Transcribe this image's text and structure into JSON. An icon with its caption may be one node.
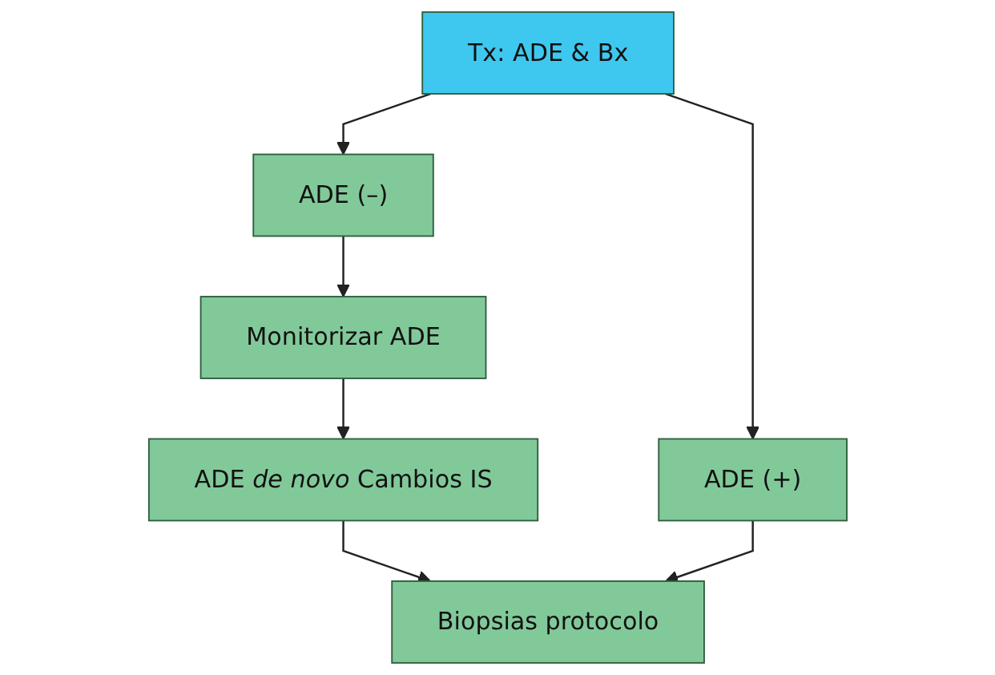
{
  "diagram": {
    "nodes": [
      {
        "text": [
          "Tx: ADE & Bx"
        ]
      },
      {
        "text": [
          "ADE (–)"
        ]
      },
      {
        "text": [
          "ADE (+)"
        ]
      },
      {
        "text": [
          "Monitorizar ADE"
        ]
      },
      {
        "text": [
          "ADE *de novo* Cambios IS"
        ]
      },
      {
        "text": [
          "Biopsias protocolo"
        ]
      }
    ],
    "edges": [
      {
        "from": 0,
        "to": 1,
        "arrow": "to"
      },
      {
        "from": 0,
        "to": 2,
        "arrow": "to"
      },
      {
        "from": 1,
        "to": 3,
        "arrow": "to"
      },
      {
        "from": 3,
        "to": 4,
        "arrow": "to"
      },
      {
        "from": 4,
        "to": 5,
        "arrow": "to"
      },
      {
        "from": 2,
        "to": 5,
        "arrow": "to"
      }
    ]
  }
}
